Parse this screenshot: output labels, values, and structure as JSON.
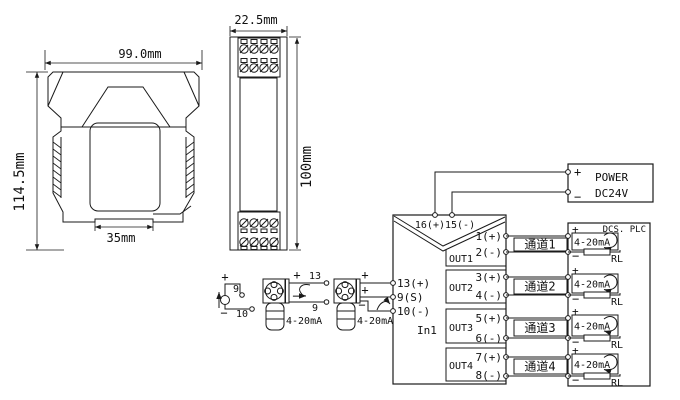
{
  "front_view": {
    "width_label": "99.0mm",
    "height_label": "114.5mm",
    "slot_label": "35mm"
  },
  "side_view": {
    "width_label": "22.5mm",
    "height_label": "100mm"
  },
  "power": {
    "plus": "+",
    "minus": "−",
    "name": "POWER",
    "voltage": "DC24V"
  },
  "device": {
    "top_terminals": "16(+)15(-)",
    "input_label": "In1",
    "input_terminals": {
      "t13": "13(+)",
      "t9": "9(S)",
      "t10": "10(-)"
    },
    "outputs": [
      {
        "name": "OUT1",
        "plus": "1(+)",
        "minus": "2(-)"
      },
      {
        "name": "OUT2",
        "plus": "3(+)",
        "minus": "4(-)"
      },
      {
        "name": "OUT3",
        "plus": "5(+)",
        "minus": "6(-)"
      },
      {
        "name": "OUT4",
        "plus": "7(+)",
        "minus": "8(-)"
      }
    ]
  },
  "channels": [
    "通道1",
    "通道2",
    "通道3",
    "通道4"
  ],
  "dcs": {
    "title": "DCS. PLC",
    "plus": "+",
    "minus": "−",
    "signal": "4-20mA",
    "load": "RL"
  },
  "input": {
    "plus": "+",
    "minus": "−",
    "t9": "9",
    "t10": "10",
    "t13": "13",
    "signal": "4-20mA"
  }
}
